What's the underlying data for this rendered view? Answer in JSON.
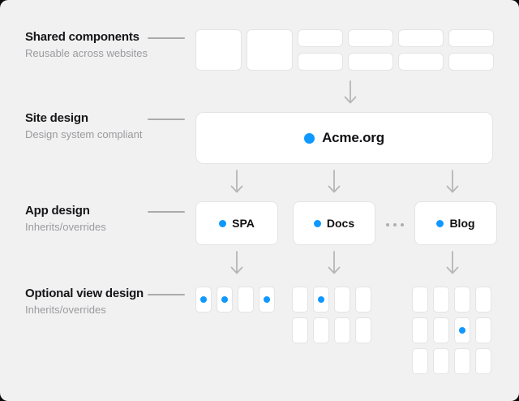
{
  "colors": {
    "accent": "#0f98ff",
    "page_background": "#f1f1f2",
    "arrow": "#b6b6b6"
  },
  "labels": [
    {
      "title": "Shared components",
      "subtitle": "Reusable across websites"
    },
    {
      "title": "Site design",
      "subtitle": "Design system compliant"
    },
    {
      "title": "App design",
      "subtitle": "Inherits/overrides"
    },
    {
      "title": "Optional view design",
      "subtitle": "Inherits/overrides"
    }
  ],
  "shared_components_grid": {
    "large_boxes": 2,
    "small_box_columns": 4,
    "small_box_rows": 2
  },
  "site_design": {
    "label": "Acme.org"
  },
  "app_design": {
    "apps": [
      {
        "label": "SPA"
      },
      {
        "label": "Docs"
      },
      {
        "label": "Blog"
      }
    ],
    "ellipsis_dots": 3
  },
  "optional_view_grids": [
    {
      "app": "SPA",
      "rows": 1,
      "cols": 4,
      "accent_cells": [
        [
          0,
          0
        ],
        [
          0,
          1
        ],
        [
          0,
          3
        ]
      ]
    },
    {
      "app": "Docs",
      "rows": 2,
      "cols": 4,
      "accent_cells": [
        [
          0,
          1
        ]
      ]
    },
    {
      "app": "Blog",
      "rows": 3,
      "cols": 4,
      "accent_cells": [
        [
          1,
          2
        ]
      ]
    }
  ]
}
